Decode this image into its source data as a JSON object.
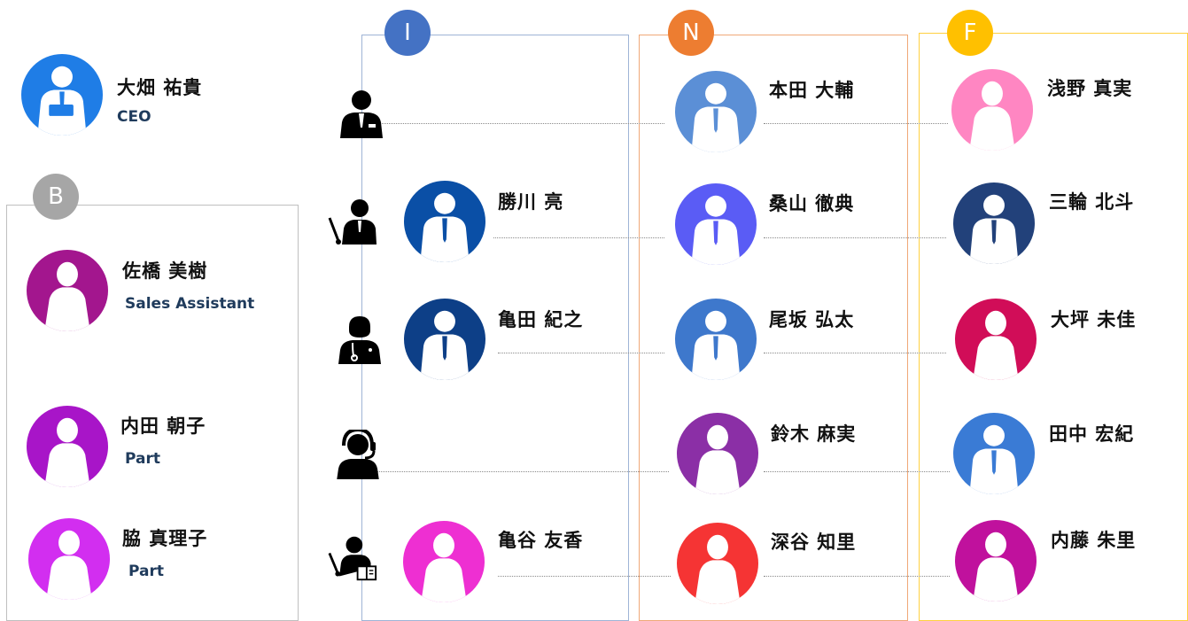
{
  "ceo": {
    "name": "大畑 祐貴",
    "title": "CEO",
    "color": "#1f7de6"
  },
  "groups": {
    "B": {
      "badge": "B",
      "badge_color": "#a6a6a6",
      "border_color": "#bfbfbf"
    },
    "I": {
      "badge": "I",
      "badge_color": "#4472c4",
      "border_color": "#9fb4d6"
    },
    "N": {
      "badge": "N",
      "badge_color": "#ed7d31",
      "border_color": "#f0a878"
    },
    "F": {
      "badge": "F",
      "badge_color": "#ffc000",
      "border_color": "#ffd040"
    }
  },
  "b_members": [
    {
      "name": "佐橋 美樹",
      "title": "Sales Assistant",
      "color": "#a3168e"
    },
    {
      "name": "内田 朝子",
      "title": "Part",
      "color": "#a815c8"
    },
    {
      "name": "脇 真理子",
      "title": "Part",
      "color": "#d22ef0"
    }
  ],
  "role_icons": [
    "manager-icon",
    "presenter-icon",
    "doctor-icon",
    "support-headset-icon",
    "teacher-icon"
  ],
  "i_members": [
    {
      "row": 2,
      "name": "勝川 亮",
      "color": "#0a4fa6"
    },
    {
      "row": 3,
      "name": "亀田 紀之",
      "color": "#0d3f87"
    },
    {
      "row": 5,
      "name": "亀谷 友香",
      "color": "#ee2fd2"
    }
  ],
  "n_members": [
    {
      "name": "本田 大輔",
      "color": "#5b8fd6"
    },
    {
      "name": "桑山 徹典",
      "color": "#5a5cf5"
    },
    {
      "name": "尾坂 弘太",
      "color": "#3e78cc"
    },
    {
      "name": "鈴木 麻実",
      "color": "#8b2fa6"
    },
    {
      "name": "深谷 知里",
      "color": "#f53434"
    }
  ],
  "f_members": [
    {
      "name": "浅野 真実",
      "color": "#ff86c2"
    },
    {
      "name": "三輪 北斗",
      "color": "#22417a"
    },
    {
      "name": "大坪 未佳",
      "color": "#d10d58"
    },
    {
      "name": "田中 宏紀",
      "color": "#3a7bd5"
    },
    {
      "name": "内藤 朱里",
      "color": "#c0119d"
    }
  ]
}
